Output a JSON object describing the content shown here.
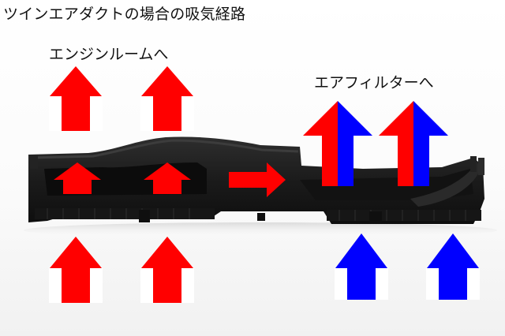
{
  "title": "ツインエアダクトの場合の吸気経路",
  "labels": {
    "to_engine_room": "エンジンルームへ",
    "to_air_filter": "エアフィルターへ"
  },
  "colors": {
    "engine_air": "#ff0000",
    "filter_air": "#0000ff",
    "duct_body": "#1a1a1a",
    "background": "#ffffff"
  }
}
